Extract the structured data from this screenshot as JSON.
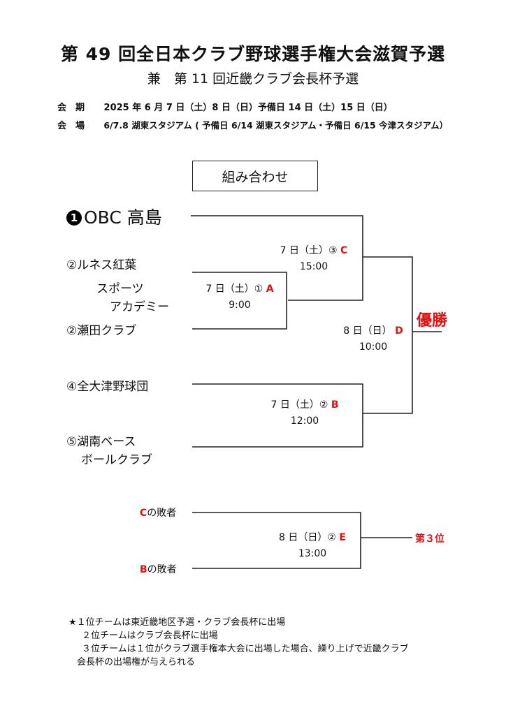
{
  "header": {
    "title": "第 49 回全日本クラブ野球選手権大会滋賀予選",
    "subtitle": "兼　第 11 回近畿クラブ会長杯予選",
    "period_label": "会　期",
    "period_value": "2025 年 6 月 7 日（土）8 日（日）予備日 14 日（土）15 日（日）",
    "venue_label": "会　場",
    "venue_value": "6/7.8 湖東スタジアム ( 予備日 6/14 湖東スタジアム・予備日 6/15 今津スタジアム）"
  },
  "bracket_title": "組み合わせ",
  "teams": {
    "t1_mark": "1",
    "t1_name": "OBC 高島",
    "t2": "②ルネス紅葉",
    "t3a": "スポーツ",
    "t3b": "アカデミー",
    "t4": "②瀬田クラブ",
    "t5": "④全大津野球団",
    "t6a": "⑤湖南ベース",
    "t6b": "ボールクラブ"
  },
  "matches": {
    "A": {
      "date": "7 日（土）①",
      "code": "A",
      "time": "9:00"
    },
    "B": {
      "date": "7 日（土）②",
      "code": "B",
      "time": "12:00"
    },
    "C": {
      "date": "7 日（土）③",
      "code": "C",
      "time": "15:00"
    },
    "D": {
      "date": "8 日（日）",
      "code": "D",
      "time": "10:00"
    },
    "E": {
      "date": "8 日（日）②",
      "code": "E",
      "time": "13:00"
    }
  },
  "winner_label": "優勝",
  "third_place": {
    "loser_c_code": "C",
    "loser_b_code": "B",
    "loser_suffix": "の敗者",
    "label": "第３位"
  },
  "notes": {
    "line1": "★１位チームは東近畿地区予選・クラブ会長杯に出場",
    "line2": "２位チームはクラブ会長杯に出場",
    "line3": "３位チームは１位がクラブ選手権本大会に出場した場合、繰り上げで近畿クラブ",
    "line4": "会長杯の出場権が与えられる"
  },
  "colors": {
    "accent_red": "#e01010",
    "line": "#222222"
  }
}
